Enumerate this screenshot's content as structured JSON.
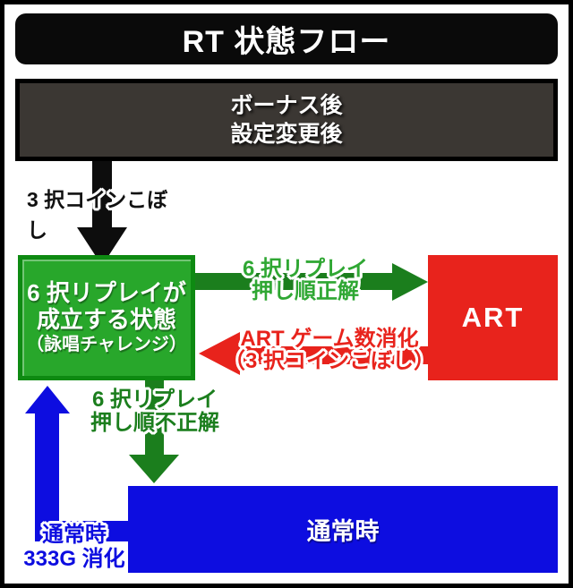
{
  "header": {
    "title": "RT 状態フロー"
  },
  "start_box": {
    "line1": "ボーナス後",
    "line2": "設定変更後"
  },
  "replay_box": {
    "line1": "6 択リプレイが",
    "line2": "成立する状態",
    "line3": "（詠唱チャレンジ）"
  },
  "art_box": {
    "label": "ART"
  },
  "normal_box": {
    "label": "通常時"
  },
  "labels": {
    "coin_drop": "3 択コインこぼし",
    "push_correct_line1": "6 択リプレイ",
    "push_correct_line2": "押し順正解",
    "art_games_line1": "ART ゲーム数消化",
    "art_games_line2": "（3 択コインこぼし）",
    "push_wrong_line1": "6 択リプレイ",
    "push_wrong_line2": "押し順不正解",
    "normal_return_line1": "通常時",
    "normal_return_line2": "333G 消化"
  },
  "colors": {
    "header_bg": "#0a0a0a",
    "start_box_bg": "#3b3733",
    "replay_box_fill": "#28a72b",
    "replay_box_border": "#0e8a12",
    "arrow_green": "#1b7e1d",
    "label_green": "#2fa733",
    "art_red": "#e8231c",
    "normal_blue": "#0d0de0",
    "arrow_black": "#0d0d0d"
  }
}
